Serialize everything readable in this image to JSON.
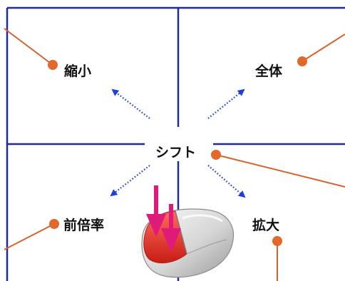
{
  "labels": {
    "shrink": "縮小",
    "whole": "全体",
    "shift": "シフト",
    "prev_zoom": "前倍率",
    "enlarge": "拡大"
  },
  "colors": {
    "grid_line": "#1f2a9e",
    "leader_line": "#d9622b",
    "leader_dot": "#e2692a",
    "arrow": "#1e3fe0",
    "press_arrow": "#e01a7a",
    "mouse_button": "#e8342a"
  },
  "icons": {
    "mouse": "mouse-icon",
    "press": "down-arrow-icon"
  }
}
